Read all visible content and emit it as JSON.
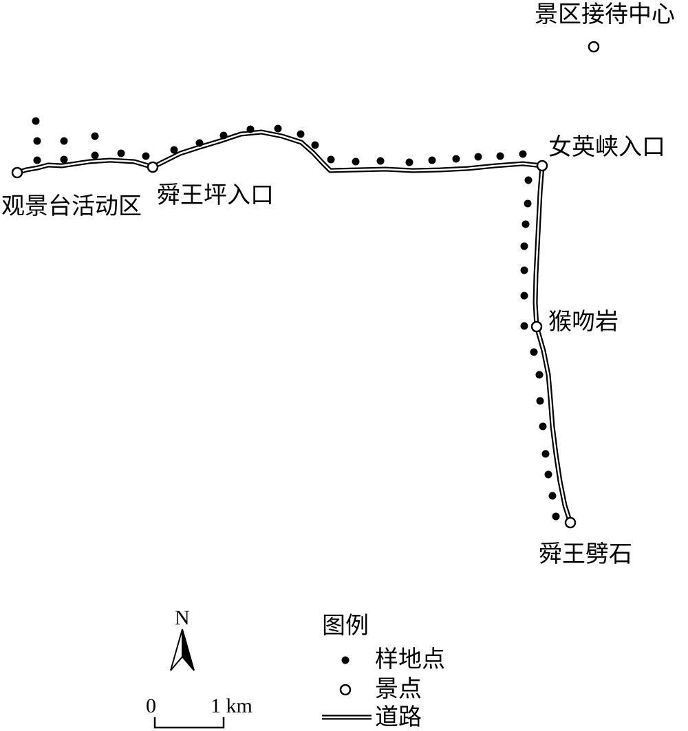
{
  "places": {
    "visitor_center": "景区接待中心",
    "viewing_platform": "观景台活动区",
    "shunwangping": "舜王坪入口",
    "nvyingxia": "女英峡入口",
    "houwenyan": "猴吻岩",
    "shunwangpishi": "舜王劈石"
  },
  "legend": {
    "title": "图例",
    "sample_point": "样地点",
    "scenic_spot": "景点",
    "road": "道路"
  },
  "north": {
    "letter": "N"
  },
  "scale": {
    "zero": "0",
    "one": "1 km"
  },
  "colors": {
    "ink": "#000000",
    "background": "#ffffff"
  }
}
